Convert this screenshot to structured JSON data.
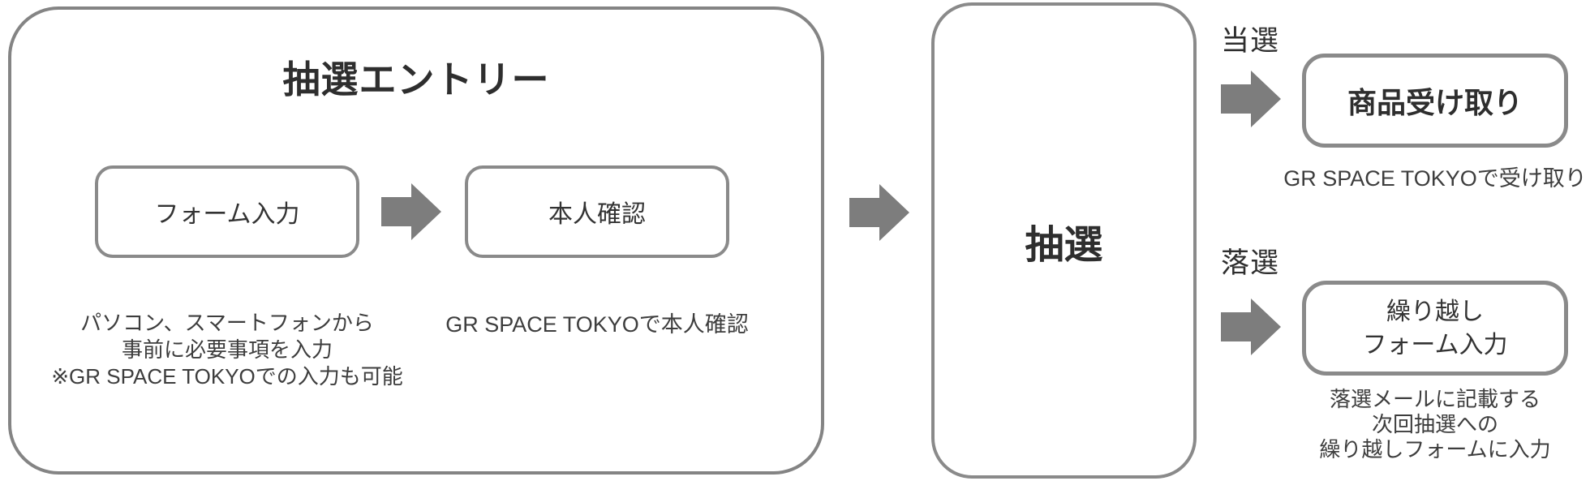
{
  "colors": {
    "border_gray": "#8a8a8a",
    "arrow_gray": "#7d7d7d",
    "title_text": "#2e2e2e",
    "body_text": "#3d3d3d"
  },
  "entry_section": {
    "title": "抽選エントリー",
    "steps": [
      {
        "label": "フォーム入力",
        "caption_lines": [
          "パソコン、スマートフォンから",
          "事前に必要事項を入力",
          "※GR SPACE TOKYOでの入力も可能"
        ]
      },
      {
        "label": "本人確認",
        "caption_lines": [
          "GR SPACE TOKYOで本人確認"
        ]
      }
    ]
  },
  "lottery_section": {
    "title": "抽選"
  },
  "outcomes": [
    {
      "label": "当選",
      "box_label_lines": [
        "商品受け取り"
      ],
      "caption_lines": [
        "GR SPACE TOKYOで受け取り"
      ]
    },
    {
      "label": "落選",
      "box_label_lines": [
        "繰り越し",
        "フォーム入力"
      ],
      "caption_lines": [
        "落選メールに記載する",
        "次回抽選への",
        "繰り越しフォームに入力"
      ]
    }
  ]
}
